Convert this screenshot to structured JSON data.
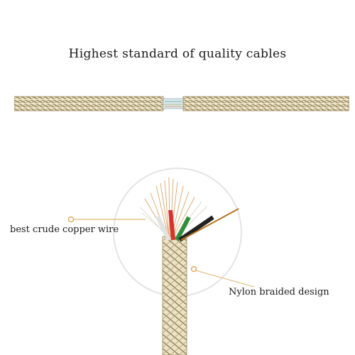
{
  "page": {
    "title": "Highest standard of quality cables"
  },
  "callouts": {
    "copper": "best crude copper wire",
    "nylon": "Nylon braided design"
  },
  "colors": {
    "braid_light": "#e8dcb8",
    "braid_dark": "#8a7a55",
    "braid_mid": "#c9b78a",
    "circle": "#e6e6e6",
    "callout_line": "#d9a24a",
    "wire_red": "#d8332a",
    "wire_green": "#2f8f3a",
    "wire_black": "#222222",
    "wire_white": "#f4f4f4",
    "strand_copper": "#d9a56a"
  },
  "icons": {
    "braided_cable": "braided-cable-illustration",
    "wire_bundle": "exposed-wire-bundle-illustration"
  }
}
